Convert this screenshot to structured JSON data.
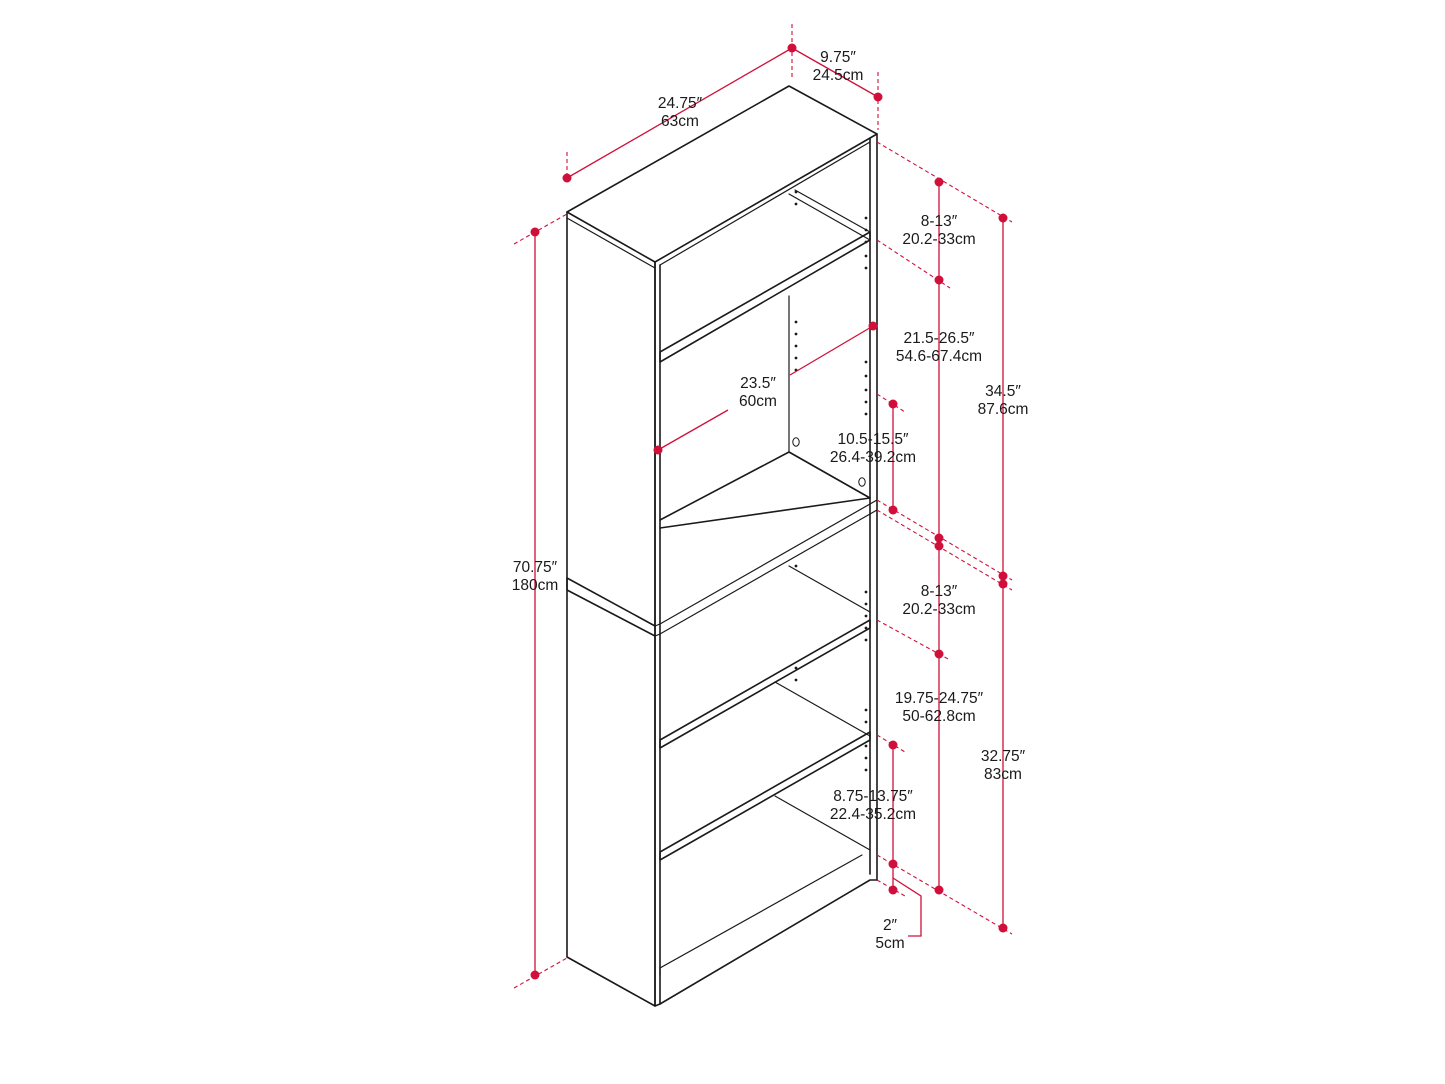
{
  "colors": {
    "dimension": "#d0103a",
    "outline": "#1a1a1a",
    "background": "#ffffff"
  },
  "dimensions": {
    "depth": {
      "in": "9.75″",
      "cm": "24.5cm"
    },
    "width": {
      "in": "24.75″",
      "cm": "63cm"
    },
    "height": {
      "in": "70.75″",
      "cm": "180cm"
    },
    "shelf_depth": {
      "in": "23.5″",
      "cm": "60cm"
    },
    "top_upper_gap": {
      "in": "8-13″",
      "cm": "20.2-33cm"
    },
    "upper_mid_gap": {
      "in": "21.5-26.5″",
      "cm": "54.6-67.4cm"
    },
    "upper_low_gap": {
      "in": "10.5-15.5″",
      "cm": "26.4-39.2cm"
    },
    "upper_section": {
      "in": "34.5″",
      "cm": "87.6cm"
    },
    "lower_top_gap": {
      "in": "8-13″",
      "cm": "20.2-33cm"
    },
    "lower_mid_gap": {
      "in": "19.75-24.75″",
      "cm": "50-62.8cm"
    },
    "lower_section": {
      "in": "32.75″",
      "cm": "83cm"
    },
    "lower_low_gap": {
      "in": "8.75-13.75″",
      "cm": "22.4-35.2cm"
    },
    "base_height": {
      "in": "2″",
      "cm": "5cm"
    }
  }
}
